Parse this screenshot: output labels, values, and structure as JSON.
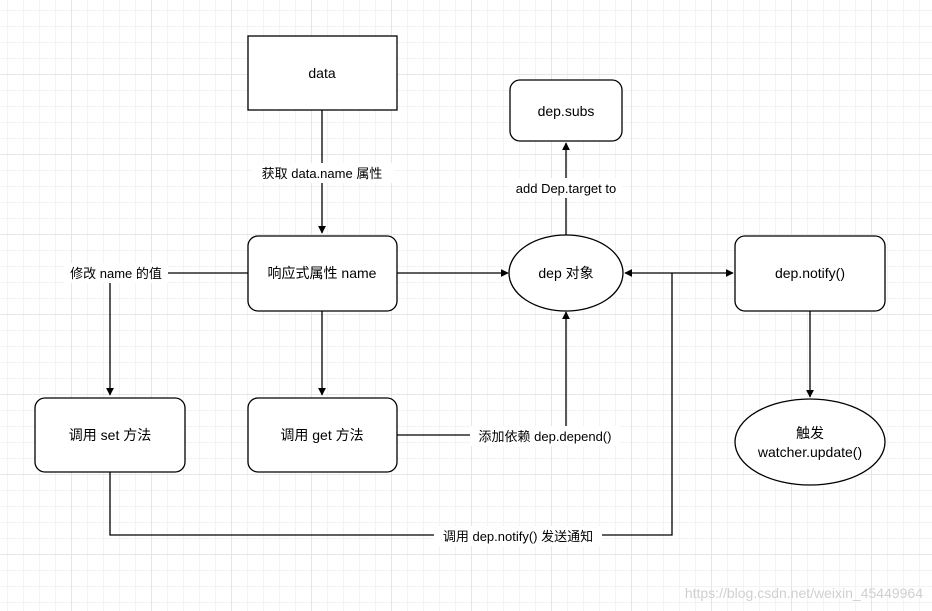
{
  "nodes": {
    "data": "data",
    "reactive_property": "响应式属性 name",
    "dep_object": "dep 对象",
    "dep_subs": "dep.subs",
    "dep_notify": "dep.notify()",
    "call_set": "调用 set 方法",
    "call_get": "调用 get 方法",
    "trigger_update_line1": "触发",
    "trigger_update_line2": "watcher.update()"
  },
  "edges": {
    "get_data_name": "获取 data.name 属性",
    "modify_name": "修改 name 的值",
    "add_dep_target": "add Dep.target to",
    "add_dependency": "添加依赖 dep.depend()",
    "call_notify": "调用 dep.notify() 发送通知"
  },
  "watermark": "https://blog.csdn.net/weixin_45449964"
}
